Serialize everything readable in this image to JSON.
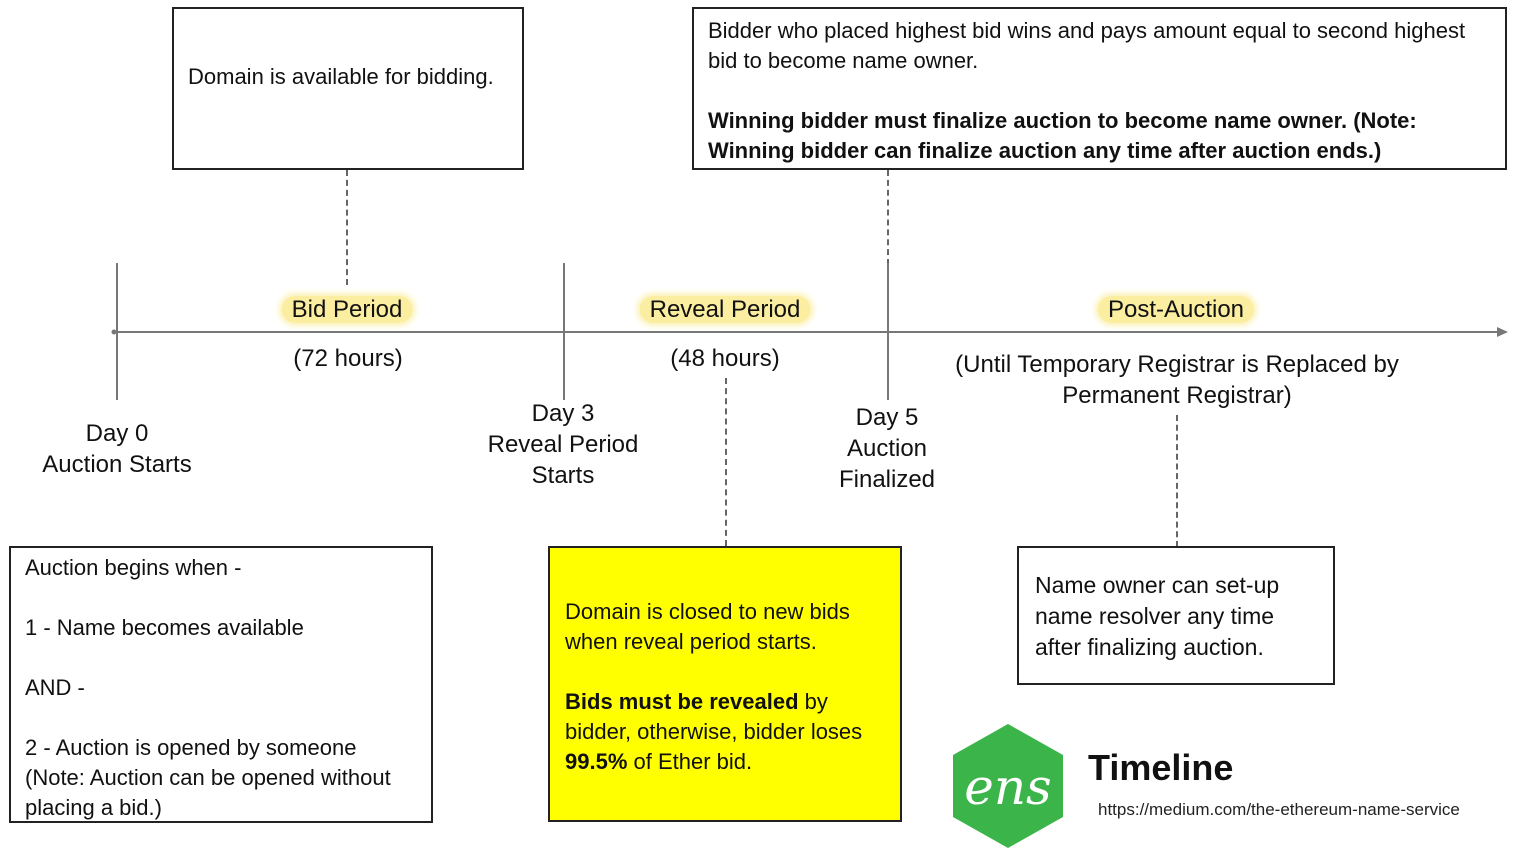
{
  "boxes": {
    "domain_available": "Domain is available for bidding.",
    "winner_line1": "Bidder who placed highest bid wins and pays amount equal to second highest bid to become name owner.",
    "winner_line2": "Winning bidder must finalize auction to become name owner. (Note: Winning bidder can finalize auction any time after auction ends.)",
    "auction_begins": "Auction begins when -",
    "name_available": "1 - Name becomes available",
    "and": "AND -",
    "opened_by": "2 - Auction is opened by someone",
    "opened_note": "(Note: Auction can be opened without placing a bid.)",
    "closed_bids": "Domain is closed to new bids when reveal period starts.",
    "reveal_bold": "Bids must be revealed",
    "reveal_rest1": " by bidder, otherwise, bidder loses ",
    "reveal_pct": "99.5%",
    "reveal_rest2": " of Ether bid.",
    "resolver": "Name owner can set-up name resolver any time after finalizing auction."
  },
  "periods": {
    "bid": "Bid Period",
    "bid_duration": "(72 hours)",
    "reveal": "Reveal Period",
    "reveal_duration": "(48 hours)",
    "post": "Post-Auction",
    "post_duration_line1": "(Until Temporary Registrar is Replaced by",
    "post_duration_line2": "Permanent Registrar)"
  },
  "milestones": {
    "day0": {
      "day": "Day 0",
      "label1": "Auction Starts"
    },
    "day3": {
      "day": "Day 3",
      "label1": "Reveal Period",
      "label2": "Starts"
    },
    "day5": {
      "day": "Day 5",
      "label1": "Auction",
      "label2": "Finalized"
    }
  },
  "logo": {
    "text": "ens",
    "title": "Timeline",
    "url": "https://medium.com/the-ethereum-name-service",
    "color": "#3bb54a"
  },
  "colors": {
    "highlight": "#fbeea0",
    "yellow_box": "#ffff00"
  }
}
